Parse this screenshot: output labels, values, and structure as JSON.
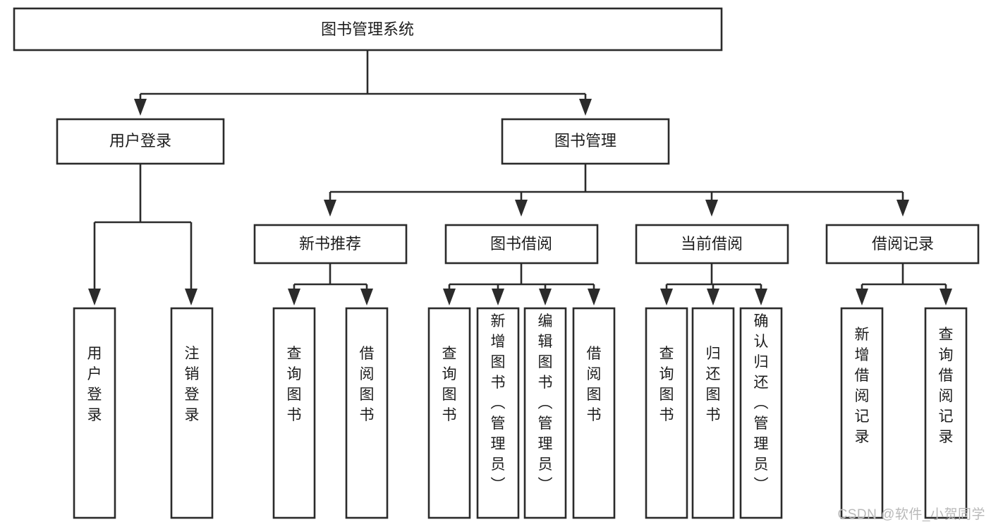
{
  "diagram": {
    "type": "tree-hierarchy",
    "title": "图书管理系统",
    "orientation": "top-down",
    "watermark": "CSDN @软件_小贺同学",
    "colors": {
      "box_fill": "#ffffff",
      "box_stroke": "#2b2b2b",
      "text": "#1d1d1d",
      "watermark": "#b9b9b9",
      "background": "#ffffff"
    },
    "levels": {
      "root": "图书管理系统",
      "level2": [
        "用户登录",
        "图书管理"
      ],
      "level3": [
        "新书推荐",
        "图书借阅",
        "当前借阅",
        "借阅记录"
      ],
      "level4": [
        "用户登录",
        "注销登录",
        "查询图书",
        "借阅图书",
        "查询图书",
        "新增图书（管理员）",
        "编辑图书（管理员）",
        "借阅图书",
        "查询图书",
        "归还图书",
        "确认归还（管理员）",
        "新增借阅记录",
        "查询借阅记录"
      ]
    },
    "nodes": {
      "root": {
        "label": "图书管理系统"
      },
      "user_login": {
        "label": "用户登录"
      },
      "book_manage": {
        "label": "图书管理"
      },
      "new_book_rec": {
        "label": "新书推荐"
      },
      "book_borrow": {
        "label": "图书借阅"
      },
      "current_borrow": {
        "label": "当前借阅"
      },
      "borrow_record": {
        "label": "借阅记录"
      },
      "leaf_user_login": {
        "label": "用户登录"
      },
      "leaf_logout": {
        "label": "注销登录"
      },
      "leaf_query_book_1": {
        "label": "查询图书"
      },
      "leaf_borrow_book_1": {
        "label": "借阅图书"
      },
      "leaf_query_book_2": {
        "label": "查询图书"
      },
      "leaf_add_book": {
        "label": "新增图书（管理员）"
      },
      "leaf_edit_book": {
        "label": "编辑图书（管理员）"
      },
      "leaf_borrow_book_2": {
        "label": "借阅图书"
      },
      "leaf_query_book_3": {
        "label": "查询图书"
      },
      "leaf_return_book": {
        "label": "归还图书"
      },
      "leaf_confirm_return": {
        "label": "确认归还（管理员）"
      },
      "leaf_add_record": {
        "label": "新增借阅记录"
      },
      "leaf_query_record": {
        "label": "查询借阅记录"
      }
    },
    "edges": [
      {
        "from": "root",
        "to": "user_login"
      },
      {
        "from": "root",
        "to": "book_manage"
      },
      {
        "from": "user_login",
        "to": "leaf_user_login"
      },
      {
        "from": "user_login",
        "to": "leaf_logout"
      },
      {
        "from": "book_manage",
        "to": "new_book_rec"
      },
      {
        "from": "book_manage",
        "to": "book_borrow"
      },
      {
        "from": "book_manage",
        "to": "current_borrow"
      },
      {
        "from": "book_manage",
        "to": "borrow_record"
      },
      {
        "from": "new_book_rec",
        "to": "leaf_query_book_1"
      },
      {
        "from": "new_book_rec",
        "to": "leaf_borrow_book_1"
      },
      {
        "from": "book_borrow",
        "to": "leaf_query_book_2"
      },
      {
        "from": "book_borrow",
        "to": "leaf_add_book"
      },
      {
        "from": "book_borrow",
        "to": "leaf_edit_book"
      },
      {
        "from": "book_borrow",
        "to": "leaf_borrow_book_2"
      },
      {
        "from": "current_borrow",
        "to": "leaf_query_book_3"
      },
      {
        "from": "current_borrow",
        "to": "leaf_return_book"
      },
      {
        "from": "current_borrow",
        "to": "leaf_confirm_return"
      },
      {
        "from": "borrow_record",
        "to": "leaf_add_record"
      },
      {
        "from": "borrow_record",
        "to": "leaf_query_record"
      }
    ]
  }
}
